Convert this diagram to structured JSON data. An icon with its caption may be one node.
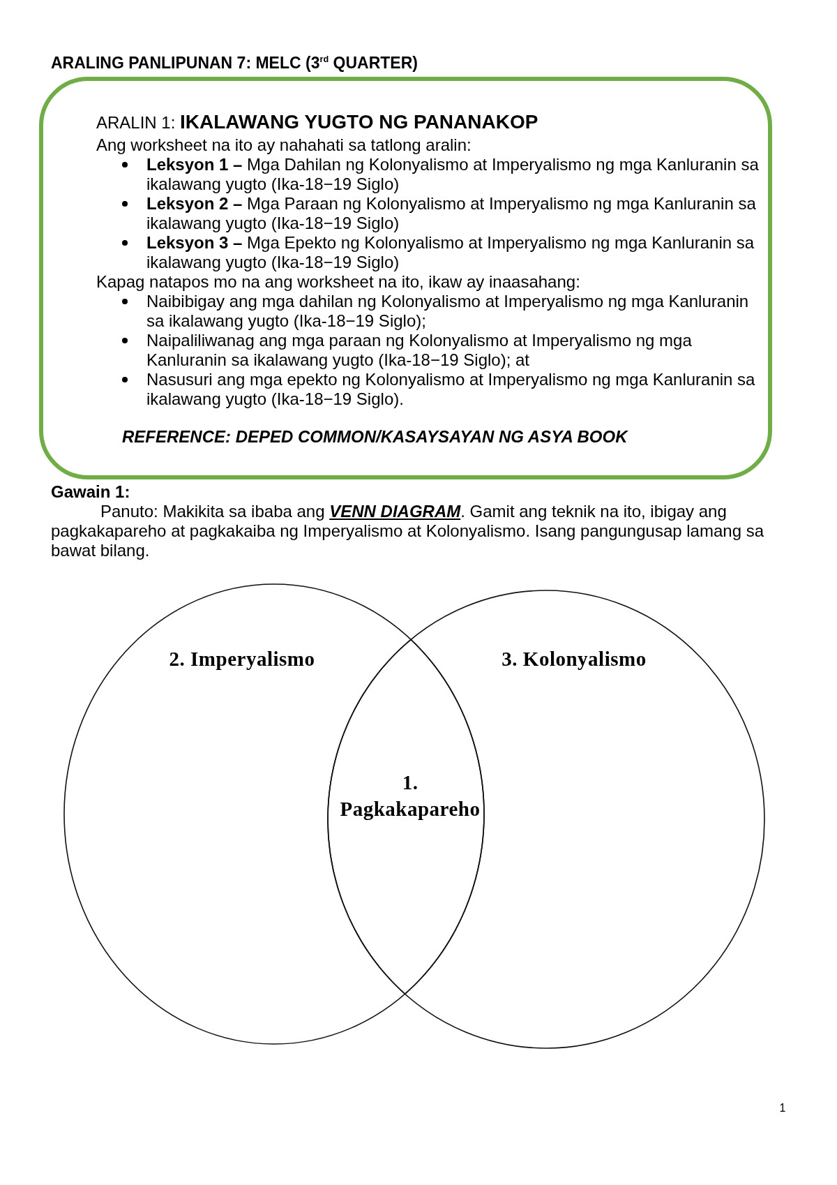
{
  "diagram": {
    "title": "ARALING PANLIPUNAN 7: MELC (3$^{rd}$ QUARTER)",
    "nodes": [
      {
        "text": [
          "ARALIN 1: **IKALAWANG YUGTO NG PANANAKOP**",
          "Ang worksheet na ito ay nahahati sa tatlong aralin:",
          "**Leksyon 1 –** Mga Dahilan ng Kolonyalismo at Imperyalismo ng mga Kanluranin sa ikalawang yugto (Ika-18−19 Siglo)",
          "**Leksyon 2 –** Mga Paraan ng Kolonyalismo at Imperyalismo ng mga Kanluranin sa ikalawang yugto (Ika-18−19 Siglo)",
          "**Leksyon 3 –** Mga Epekto ng Kolonyalismo at Imperyalismo ng mga Kanluranin sa ikalawang yugto (Ika-18−19 Siglo)",
          "Kapag natapos mo na ang worksheet na ito, ikaw ay inaasahang:",
          "Naibibigay ang mga dahilan ng Kolonyalismo at Imperyalismo ng mga Kanluranin sa ikalawang yugto (Ika-18−19 Siglo);",
          "Naipaliliwanag ang mga paraan ng Kolonyalismo at Imperyalismo ng mga Kanluranin sa ikalawang yugto (Ika-18−19 Siglo); at",
          "Nasusuri ang mga epekto ng Kolonyalismo at Imperyalismo ng mga Kanluranin sa ikalawang yugto (Ika-18−19 Siglo).",
          "REFERENCE: DEPED COMMON/KASAYSAYAN NG ASYA BOOK"
        ]
      },
      {
        "text": [
          "2. Imperyalismo"
        ]
      },
      {
        "text": [
          "3. Kolonyalismo"
        ]
      },
      {
        "text": [
          "1. Pagkakapareho"
        ]
      }
    ],
    "labels": [
      "Gawain 1:",
      "Panuto: Makikita sa ibaba ang **VENN DIAGRAM**. Gamit ang teknik na ito, ibigay ang pagkakapareho at pagkakaiba ng Imperyalismo at Kolonyalismo. Isang pangungusap lamang sa bawat bilang.",
      "1"
    ]
  }
}
